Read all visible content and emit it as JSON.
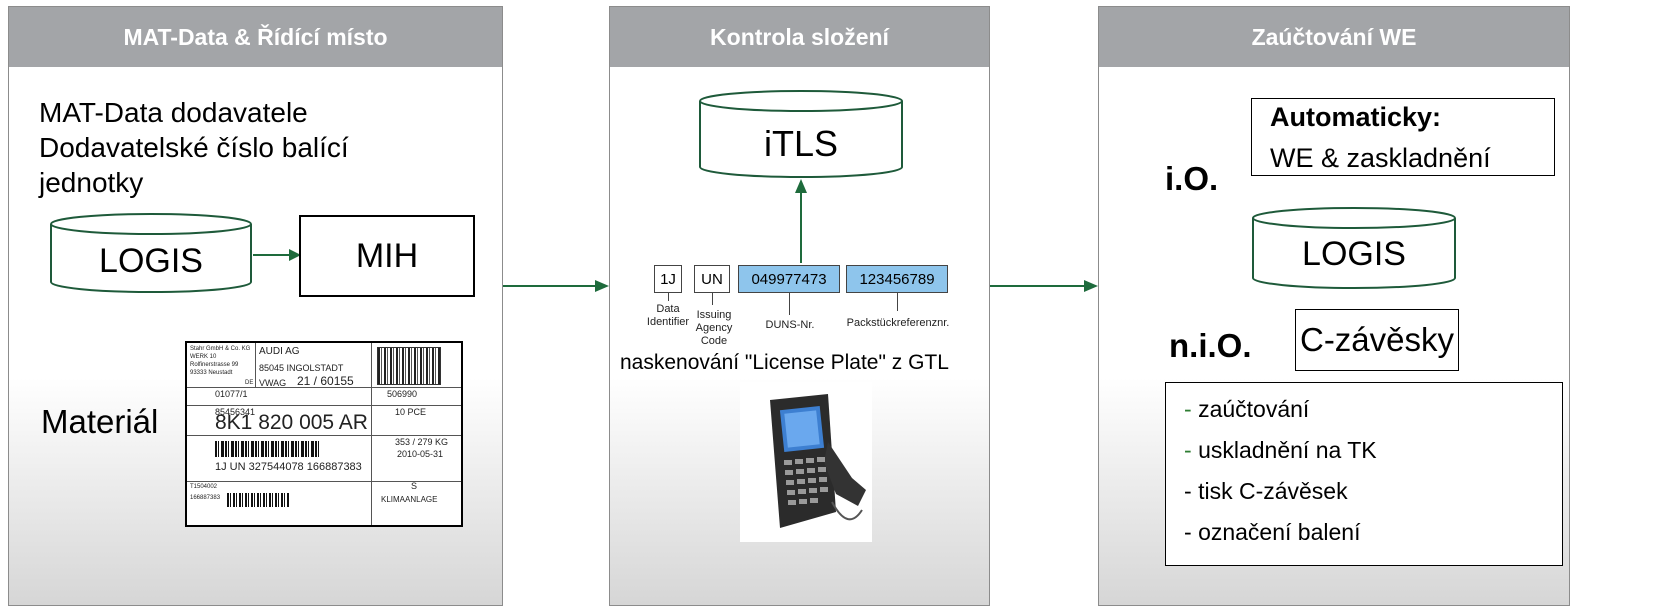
{
  "panels": {
    "left": {
      "header": "MAT-Data & Řídící místo",
      "text_line1": "MAT-Data dodavatele",
      "text_line2": "Dodavatelské číslo balící",
      "text_line3": "jednotky",
      "logis": "LOGIS",
      "mih": "MIH",
      "material": "Materiál",
      "label": {
        "sender1": "Stahr GmbH & Co. KG",
        "sender2": "WERK 10",
        "sender3": "Rolfinerstrasse 99",
        "sender4": "93333 Neustadt",
        "de": "DE",
        "recipient": "AUDI AG",
        "recipient_city": "85045 INGOLSTADT",
        "vwag": "VWAG",
        "dock": "21 / 60155",
        "n1": "01077/1",
        "n2": "85456341",
        "n3": "506990",
        "n4": "10 PCE",
        "part": "8K1 820 005 AR",
        "weight": "353 / 279 KG",
        "date": "2010-05-31",
        "plate": "1J UN 327544078 166887383",
        "small1": "T1504002",
        "small2": "166887383",
        "s": "S",
        "desc": "KLIMAANLAGE"
      }
    },
    "middle": {
      "header": "Kontrola složení",
      "itls": "iTLS",
      "codes": [
        "1J",
        "UN",
        "049977473",
        "123456789"
      ],
      "code_labels": [
        "Data Identifier",
        "Issuing Agency Code",
        "DUNS-Nr.",
        "Packstückreferenznr."
      ],
      "scan_text": "naskenování \"License Plate\" z GTL"
    },
    "right": {
      "header": "Zaúčtování WE",
      "auto_title": "Automaticky:",
      "auto_text": "WE & zaskladnění",
      "io": "i.O.",
      "logis": "LOGIS",
      "nio": "n.i.O.",
      "cz": "C-závěsky",
      "list": [
        "zaúčtování",
        "uskladnění na TK",
        "tisk C-závěsek",
        "označení balení"
      ]
    }
  },
  "colors": {
    "header_bg": "#a3a5a8",
    "arrow": "#1e6b3c",
    "code_blue": "#8ec5ec"
  }
}
